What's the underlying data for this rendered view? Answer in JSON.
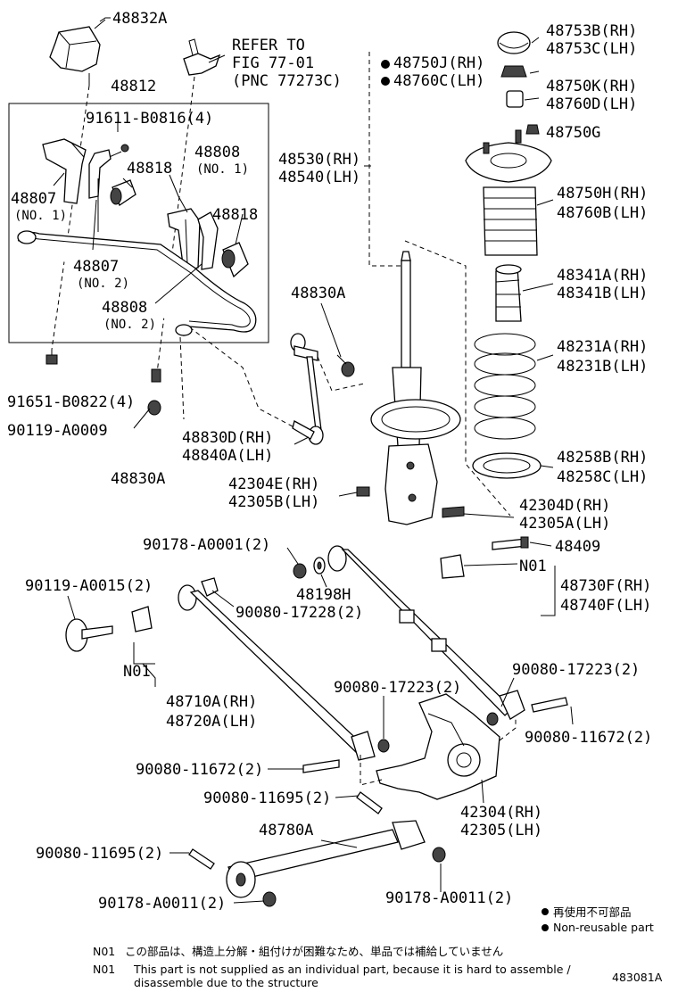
{
  "labels": {
    "p48832A": "48832A",
    "refer1": "REFER TO",
    "refer2": "FIG 77-01",
    "refer3": "(PNC 77273C)",
    "p48812": "48812",
    "p91611": "91611-B0816(4)",
    "p48808a": "48808",
    "p48808a_sub": "(NO. 1)",
    "p48818a": "48818",
    "p48807a": "48807",
    "p48807a_sub": "(NO. 1)",
    "p48818b": "48818",
    "p48807b": "48807",
    "p48807b_sub": "(NO. 2)",
    "p48808b": "48808",
    "p48808b_sub": "(NO. 2)",
    "p91651": "91651-B0822(4)",
    "p90119a": "90119-A0009",
    "p48830A_a": "48830A",
    "p48830A_b": "48830A",
    "p48830D": "48830D(RH)",
    "p48840A": "48840A(LH)",
    "p48753B": "48753B(RH)",
    "p48753C": "48753C(LH)",
    "p48750J": "48750J(RH)",
    "p48760C": "48760C(LH)",
    "p48750K": "48750K(RH)",
    "p48760D": "48760D(LH)",
    "p48750G": "48750G",
    "p48530": "48530(RH)",
    "p48540": "48540(LH)",
    "p48750H": "48750H(RH)",
    "p48760B": "48760B(LH)",
    "p48341A": "48341A(RH)",
    "p48341B": "48341B(LH)",
    "p48231A": "48231A(RH)",
    "p48231B": "48231B(LH)",
    "p48258B": "48258B(RH)",
    "p48258C": "48258C(LH)",
    "p42304E": "42304E(RH)",
    "p42305B": "42305B(LH)",
    "p42304D": "42304D(RH)",
    "p42305A": "42305A(LH)",
    "p90178a": "90178-A0001(2)",
    "p48409": "48409",
    "n01a": "N01",
    "p90119b": "90119-A0015(2)",
    "p48198H": "48198H",
    "p90080_17228": "90080-17228(2)",
    "p48730F": "48730F(RH)",
    "p48740F": "48740F(LH)",
    "n01b": "N01",
    "p48710A": "48710A(RH)",
    "p48720A": "48720A(LH)",
    "p90080_17223a": "90080-17223(2)",
    "p90080_17223b": "90080-17223(2)",
    "p90080_11672a": "90080-11672(2)",
    "p90080_11672b": "90080-11672(2)",
    "p90080_11695a": "90080-11695(2)",
    "p42304": "42304(RH)",
    "p42305": "42305(LH)",
    "p48780A": "48780A",
    "p90080_11695b": "90080-11695(2)",
    "p90178_A0011a": "90178-A0011(2)",
    "p90178_A0011b": "90178-A0011(2)"
  },
  "legend": {
    "jp": "再使用不可部品",
    "en": "Non-reusable part"
  },
  "footnote": {
    "n01_code_jp": "N01",
    "n01_jp": "この部品は、構造上分解・組付けが困難なため、単品では補給していません",
    "n01_code_en": "N01",
    "n01_en_line1": "This part is not supplied as an individual part, because it is hard to assemble /",
    "n01_en_line2": "disassemble due to the structure"
  },
  "diagram_code": "483081A"
}
